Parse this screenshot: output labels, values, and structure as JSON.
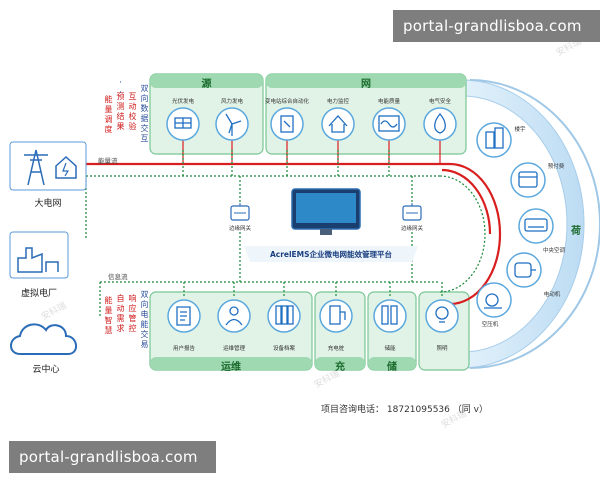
{
  "watermarks": {
    "top": "portal-grandlisboa.com",
    "bottom": "portal-grandlisboa.com",
    "ghost": "安科瑞"
  },
  "sections": {
    "source": "源",
    "grid": "网",
    "load": "荷",
    "operation": "运维",
    "charging": "充",
    "storage": "储"
  },
  "top_nodes": [
    {
      "label": "光伏发电",
      "icon": "solar-panel-icon"
    },
    {
      "label": "风力发电",
      "icon": "wind-turbine-icon"
    },
    {
      "label": "变电站综合自动化",
      "icon": "substation-icon"
    },
    {
      "label": "电力监控",
      "icon": "power-monitor-icon"
    },
    {
      "label": "电能质量",
      "icon": "power-quality-icon"
    },
    {
      "label": "电气安全",
      "icon": "fire-safety-icon"
    }
  ],
  "load_nodes": [
    {
      "label": "楼宇",
      "icon": "building-icon"
    },
    {
      "label": "预付费",
      "icon": "prepaid-icon"
    },
    {
      "label": "中央空调",
      "icon": "air-conditioner-icon"
    },
    {
      "label": "电动机",
      "icon": "motor-icon"
    },
    {
      "label": "空压机",
      "icon": "compressor-icon"
    }
  ],
  "bottom_nodes": [
    {
      "label": "照明",
      "icon": "lighting-icon"
    },
    {
      "label": "储能",
      "icon": "battery-icon"
    },
    {
      "label": "充电桩",
      "icon": "charging-pile-icon"
    },
    {
      "label": "设备档案",
      "icon": "equipment-archive-icon"
    },
    {
      "label": "运维管理",
      "icon": "maintenance-icon"
    },
    {
      "label": "用户报告",
      "icon": "user-report-icon"
    }
  ],
  "left_nodes": [
    {
      "label": "大电网",
      "icon": "grid-tower-icon"
    },
    {
      "label": "虚拟电厂",
      "icon": "virtual-plant-icon"
    },
    {
      "label": "云中心",
      "icon": "cloud-icon"
    }
  ],
  "flows": {
    "energy": "能量流",
    "info": "信息流",
    "upper_red_col1": "能量调度",
    "upper_red_col2": "预测结果",
    "upper_red_col3": "互动校验",
    "upper_blue_col": "双向数据交互",
    "lower_red_col1": "能量智慧",
    "lower_red_col2": "自动需求",
    "lower_red_col3": "响应管控",
    "lower_blue_col": "双向电能交易"
  },
  "gateways": {
    "left": "边缘网关",
    "right": "边缘网关"
  },
  "platform": {
    "title": "AcrelEMS企业微电网能效管理平台"
  },
  "contact": {
    "label": "项目咨询电话：",
    "phone": "18721095536",
    "suffix": "（同 v）"
  },
  "colors": {
    "energy_line": "#d81e1e",
    "info_line": "#1a8a3a",
    "panel_green": "#dff2e4",
    "panel_border": "#6cc08a",
    "load_blue": "#cfe6f7",
    "icon_blue": "#1f6fc2"
  }
}
